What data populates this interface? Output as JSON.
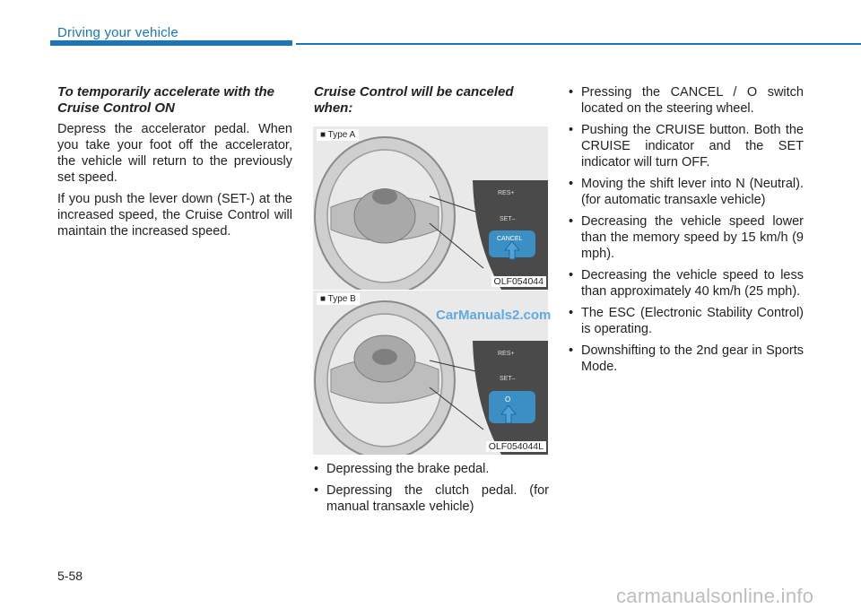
{
  "header": {
    "title": "Driving your vehicle"
  },
  "col1": {
    "heading": "To temporarily accelerate with the Cruise Control ON",
    "paragraphs": [
      "Depress the accelerator pedal. When you take your foot off the accelerator, the vehicle will return to the previously set speed.",
      "If you push the lever down (SET-) at the increased speed, the Cruise Control will maintain the increased speed."
    ]
  },
  "col2": {
    "heading": "Cruise Control will be canceled when:",
    "bullets": [
      "Depressing the brake pedal.",
      "Depressing the clutch pedal. (for manual transaxle vehicle)"
    ]
  },
  "figures": [
    {
      "label": "■ Type A",
      "code": "OLF054044",
      "switch_labels": [
        "RES+",
        "SET–",
        "CANCEL"
      ]
    },
    {
      "label": "■ Type B",
      "code": "OLF054044L",
      "switch_labels": [
        "RES+",
        "SET–",
        "O"
      ]
    }
  ],
  "col3": {
    "bullets": [
      "Pressing the CANCEL / O switch located on the steering wheel.",
      "Pushing the CRUISE button. Both the CRUISE indicator and the SET indicator will turn OFF.",
      "Moving the shift lever into N (Neutral). (for automatic transaxle vehicle)",
      "Decreasing the vehicle speed lower than the memory speed by 15 km/h (9 mph).",
      "Decreasing the vehicle speed to less than approximately 40 km/h (25 mph).",
      "The ESC (Electronic Stability Control) is operating.",
      "Downshifting to the 2nd gear in Sports Mode."
    ]
  },
  "watermark": "CarManuals2.com",
  "page_number": "5-58",
  "footer_watermark": "carmanualsonline.info",
  "colors": {
    "accent": "#1b75bb",
    "switch_blue": "#3b8fc4"
  }
}
